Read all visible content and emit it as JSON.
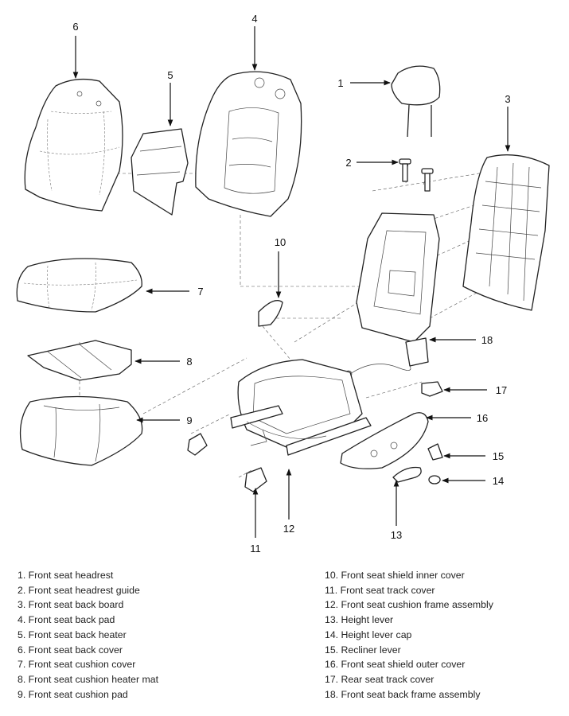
{
  "callouts": [
    "1",
    "2",
    "3",
    "4",
    "5",
    "6",
    "7",
    "8",
    "9",
    "10",
    "11",
    "12",
    "13",
    "14",
    "15",
    "16",
    "17",
    "18"
  ],
  "legend_left": [
    "1. Front seat headrest",
    "2. Front seat headrest guide",
    "3. Front seat back board",
    "4. Front seat back pad",
    "5. Front seat back heater",
    "6. Front seat back cover",
    "7. Front seat cushion cover",
    "8. Front seat cushion heater mat",
    "9. Front seat cushion pad"
  ],
  "legend_right": [
    "10. Front seat shield inner cover",
    "11. Front seat track cover",
    "12. Front seat cushion frame assembly",
    "13. Height lever",
    "14. Height lever cap",
    "15. Recliner lever",
    "16. Front seat shield outer cover",
    "17. Rear seat track cover",
    "18. Front seat back frame assembly"
  ]
}
